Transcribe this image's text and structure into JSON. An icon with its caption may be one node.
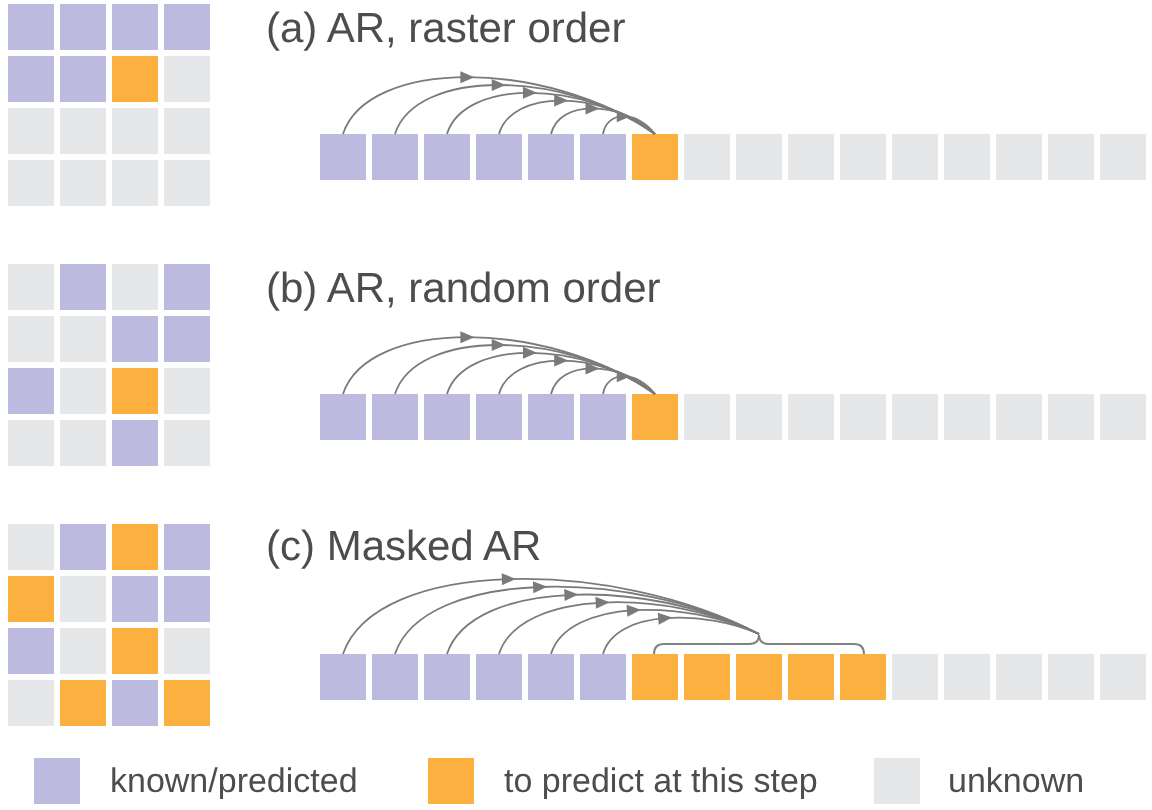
{
  "diagram": {
    "nodes": [
      {
        "text": [],
        "shape": "box"
      },
      {
        "text": [],
        "shape": "box"
      },
      {
        "text": [],
        "shape": "box"
      },
      {
        "text": [],
        "shape": "box"
      },
      {
        "text": [],
        "shape": "box"
      },
      {
        "text": [],
        "shape": "box"
      },
      {
        "text": [],
        "shape": "box"
      },
      {
        "text": [],
        "shape": "box"
      },
      {
        "text": [],
        "shape": "box"
      },
      {
        "text": [],
        "shape": "box"
      },
      {
        "text": [],
        "shape": "box"
      },
      {
        "text": [],
        "shape": "box"
      },
      {
        "text": [],
        "shape": "box"
      },
      {
        "text": [],
        "shape": "box"
      },
      {
        "text": [],
        "shape": "box"
      },
      {
        "text": [],
        "shape": "box"
      },
      {
        "text": [],
        "shape": "box"
      },
      {
        "text": [],
        "shape": "box"
      },
      {
        "text": [],
        "shape": "box"
      },
      {
        "text": [],
        "shape": "box"
      },
      {
        "text": [],
        "shape": "box"
      },
      {
        "text": [],
        "shape": "box"
      },
      {
        "text": [],
        "shape": "box"
      },
      {
        "text": [],
        "shape": "box"
      },
      {
        "text": [],
        "shape": "box"
      },
      {
        "text": [],
        "shape": "box"
      },
      {
        "text": [],
        "shape": "box"
      },
      {
        "text": [],
        "shape": "box"
      },
      {
        "text": [],
        "shape": "box"
      },
      {
        "text": [],
        "shape": "box"
      },
      {
        "text": [],
        "shape": "box"
      },
      {
        "text": [],
        "shape": "box"
      },
      {
        "text": [],
        "shape": "box"
      },
      {
        "text": [],
        "shape": "box"
      },
      {
        "text": [],
        "shape": "box"
      },
      {
        "text": [],
        "shape": "box"
      },
      {
        "text": [],
        "shape": "box"
      },
      {
        "text": [],
        "shape": "box"
      },
      {
        "text": [],
        "shape": "box"
      },
      {
        "text": [],
        "shape": "box"
      },
      {
        "text": [],
        "shape": "box"
      },
      {
        "text": [],
        "shape": "box"
      },
      {
        "text": [],
        "shape": "box"
      },
      {
        "text": [],
        "shape": "box"
      },
      {
        "text": [],
        "shape": "box"
      },
      {
        "text": [],
        "shape": "box"
      },
      {
        "text": [],
        "shape": "box"
      },
      {
        "text": [],
        "shape": "box"
      },
      {
        "text": [],
        "shape": "box"
      },
      {
        "text": [],
        "shape": "box"
      },
      {
        "text": [],
        "shape": "box"
      },
      {
        "text": [],
        "shape": "box"
      },
      {
        "text": [],
        "shape": "box"
      },
      {
        "text": [],
        "shape": "box"
      },
      {
        "text": [],
        "shape": "box"
      },
      {
        "text": [],
        "shape": "box"
      },
      {
        "text": [],
        "shape": "box"
      },
      {
        "text": [],
        "shape": "box"
      },
      {
        "text": [],
        "shape": "box"
      },
      {
        "text": [],
        "shape": "box"
      },
      {
        "text": [],
        "shape": "box"
      },
      {
        "text": [],
        "shape": "box"
      },
      {
        "text": [],
        "shape": "box"
      },
      {
        "text": [],
        "shape": "box"
      },
      {
        "text": [],
        "shape": "box"
      },
      {
        "text": [],
        "shape": "box"
      },
      {
        "text": [],
        "shape": "box"
      },
      {
        "text": [],
        "shape": "box"
      },
      {
        "text": [],
        "shape": "box"
      },
      {
        "text": [],
        "shape": "box"
      },
      {
        "text": [],
        "shape": "box"
      },
      {
        "text": [],
        "shape": "box"
      },
      {
        "text": [],
        "shape": "box"
      },
      {
        "text": [],
        "shape": "box"
      },
      {
        "text": [],
        "shape": "box"
      },
      {
        "text": [],
        "shape": "box"
      },
      {
        "text": [],
        "shape": "box"
      },
      {
        "text": [],
        "shape": "box"
      },
      {
        "text": [],
        "shape": "box"
      },
      {
        "text": [],
        "shape": "box"
      },
      {
        "text": [],
        "shape": "brace"
      },
      {
        "text": [],
        "shape": "box"
      },
      {
        "text": [],
        "shape": "box"
      },
      {
        "text": [],
        "shape": "box"
      },
      {
        "text": [],
        "shape": "box"
      },
      {
        "text": [],
        "shape": "box"
      },
      {
        "text": [],
        "shape": "box"
      },
      {
        "text": [],
        "shape": "box"
      },
      {
        "text": [],
        "shape": "box"
      },
      {
        "text": [],
        "shape": "box"
      },
      {
        "text": [],
        "shape": "box"
      },
      {
        "text": [],
        "shape": "box"
      },
      {
        "text": [],
        "shape": "box"
      },
      {
        "text": [],
        "shape": "box"
      },
      {
        "text": [],
        "shape": "box"
      },
      {
        "text": [],
        "shape": "box"
      },
      {
        "text": [],
        "shape": "box"
      }
    ],
    "edges": [
      {
        "from": 16,
        "to": 22,
        "arrow": "to"
      },
      {
        "from": 17,
        "to": 22,
        "arrow": "to"
      },
      {
        "from": 18,
        "to": 22,
        "arrow": "to"
      },
      {
        "from": 19,
        "to": 22,
        "arrow": "to"
      },
      {
        "from": 20,
        "to": 22,
        "arrow": "to"
      },
      {
        "from": 21,
        "to": 22,
        "arrow": "to"
      },
      {
        "from": 48,
        "to": 54,
        "arrow": "to"
      },
      {
        "from": 49,
        "to": 54,
        "arrow": "to"
      },
      {
        "from": 50,
        "to": 54,
        "arrow": "to"
      },
      {
        "from": 51,
        "to": 54,
        "arrow": "to"
      },
      {
        "from": 52,
        "to": 54,
        "arrow": "to"
      },
      {
        "from": 53,
        "to": 54,
        "arrow": "to"
      },
      {
        "from": 81,
        "to": 80,
        "arrow": "to"
      },
      {
        "from": 82,
        "to": 80,
        "arrow": "to"
      },
      {
        "from": 83,
        "to": 80,
        "arrow": "to"
      },
      {
        "from": 84,
        "to": 80,
        "arrow": "to"
      },
      {
        "from": 85,
        "to": 80,
        "arrow": "to"
      },
      {
        "from": 86,
        "to": 80,
        "arrow": "to"
      }
    ],
    "labels": [
      "(a) AR, raster order",
      "(b) AR, random order",
      "(c) Masked AR"
    ],
    "legend": [
      {
        "text": "known/predicted",
        "color": "#bcbade"
      },
      {
        "text": "to predict at this step",
        "color": "#fbb040"
      },
      {
        "text": "unknown",
        "color": "#e6e7e8"
      }
    ]
  }
}
